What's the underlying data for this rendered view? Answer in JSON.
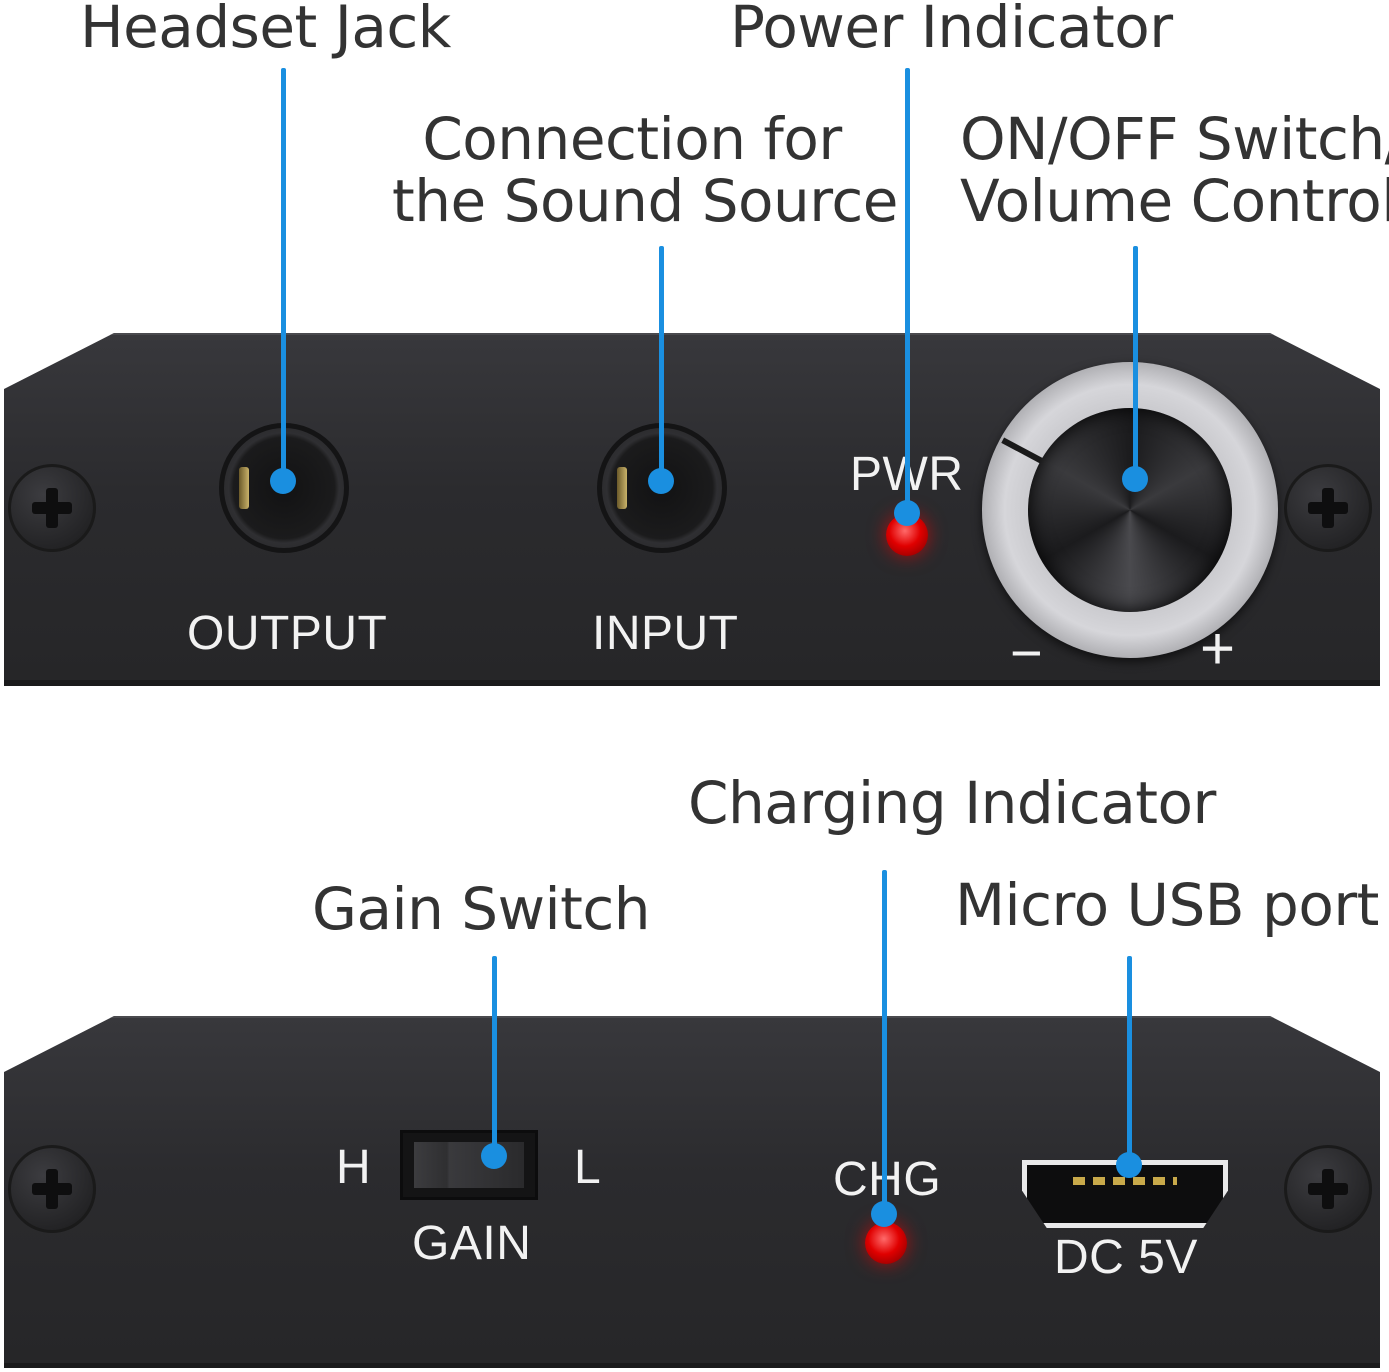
{
  "callouts": {
    "headset_jack": "Headset Jack",
    "power_indicator": "Power Indicator",
    "sound_source_line1": "Connection for",
    "sound_source_line2": "the Sound Source",
    "onoff_line1": "ON/OFF Switch/",
    "onoff_line2": "Volume Control",
    "charging_indicator": "Charging Indicator",
    "gain_switch": "Gain Switch",
    "micro_usb": "Micro USB port"
  },
  "front_panel": {
    "output_label": "OUTPUT",
    "input_label": "INPUT",
    "pwr_label": "PWR",
    "minus_label": "−",
    "plus_label": "+"
  },
  "back_panel": {
    "h_label": "H",
    "l_label": "L",
    "gain_label": "GAIN",
    "chg_label": "CHG",
    "dc_label": "DC 5V"
  },
  "colors": {
    "leader": "#1a8fe0",
    "led": "#e00000",
    "panel": "#2b2b2e"
  }
}
